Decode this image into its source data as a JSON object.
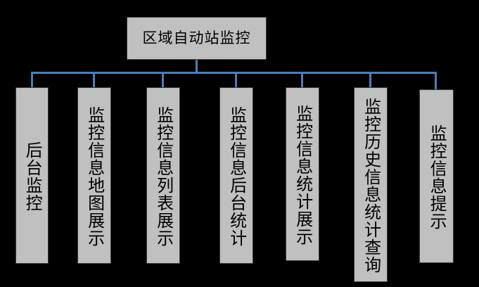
{
  "diagram": {
    "type": "org-hierarchy-tree",
    "background_color": "#000000",
    "node_fill_color": "#c0c0c0",
    "node_border_color": "#3a3a3a",
    "connector_color": "#4a7ebb",
    "root": {
      "label": "区域自动站监控"
    },
    "children": [
      {
        "label": "后台监控"
      },
      {
        "label": "监控信息地图展示"
      },
      {
        "label": "监控信息列表展示"
      },
      {
        "label": "监控信息后台统计"
      },
      {
        "label": "监控信息统计展示"
      },
      {
        "label": "监控历史信息统计查询"
      },
      {
        "label": "监控信息提示"
      }
    ]
  }
}
